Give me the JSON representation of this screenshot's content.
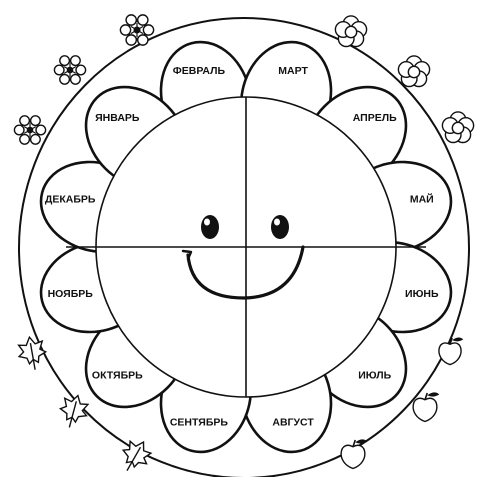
{
  "diagram": {
    "months": [
      "ФЕВРАЛЬ",
      "МАРТ",
      "АПРЕЛЬ",
      "МАЙ",
      "ИЮНЬ",
      "ИЮЛЬ",
      "АВГУСТ",
      "СЕНТЯБРЬ",
      "ОКТЯБРЬ",
      "НОЯБРЬ",
      "ДЕКАБРЬ",
      "ЯНВАРЬ"
    ],
    "season_icons": {
      "winter": "snowflake-icon",
      "spring": "flower-icon",
      "summer": "apple-icon",
      "autumn": "leaf-icon"
    },
    "face": "smiley-face",
    "line_color": "#111111",
    "background": "#ffffff"
  }
}
